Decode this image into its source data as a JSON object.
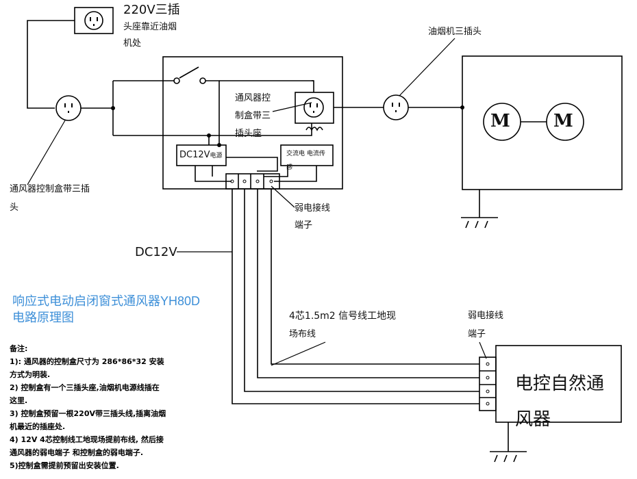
{
  "labels": {
    "socket_220v_line1": "220V三插",
    "socket_220v_line2": "头座靠近油烟",
    "socket_220v_line3": "机处",
    "hood_plug": "油烟机三插头",
    "box_socket_line1": "通风器控",
    "box_socket_line2": "制盒带三",
    "box_socket_line3": "插头座",
    "dc12v_power_a": "DC12V",
    "dc12v_power_b": "电源",
    "ac_sensor_a": "交流电 电流传",
    "ac_sensor_b": "感",
    "left_plug_line1": "通风器控制盒带三插",
    "left_plug_line2": "头",
    "weak_terminal_top_line1": "弱电接线",
    "weak_terminal_top_line2": "端子",
    "dc12v_line": "DC12V",
    "signal_cable_line1": "4芯1.5m2 信号线工地现",
    "signal_cable_line2": "场布线",
    "weak_terminal_right_line1": "弱电接线",
    "weak_terminal_right_line2": "端子",
    "ventilator_line1": "电控自然通",
    "ventilator_line2": "风器",
    "motor_symbol": "M"
  },
  "title": {
    "line1": "响应式电动启闭窗式通风器YH80D",
    "line2": "电路原理图"
  },
  "notes": {
    "heading": "备注:",
    "items": [
      "1): 通风器的控制盒尺寸为 286*86*32  安装",
      "方式为明装.",
      "2) 控制盒有一个三插头座,油烟机电源线插在",
      "这里.",
      "3) 控制盒预留一根220V带三插头线,插离油烟",
      "机最近的插座处.",
      "4) 12V 4芯控制线工地现场提前布线, 然后接",
      "通风器的弱电端子 和控制盒的弱电端子.",
      "5)控制盒需提前预留出安装位置."
    ]
  },
  "colors": {
    "title": "#3d8fd8",
    "line": "#000000"
  }
}
